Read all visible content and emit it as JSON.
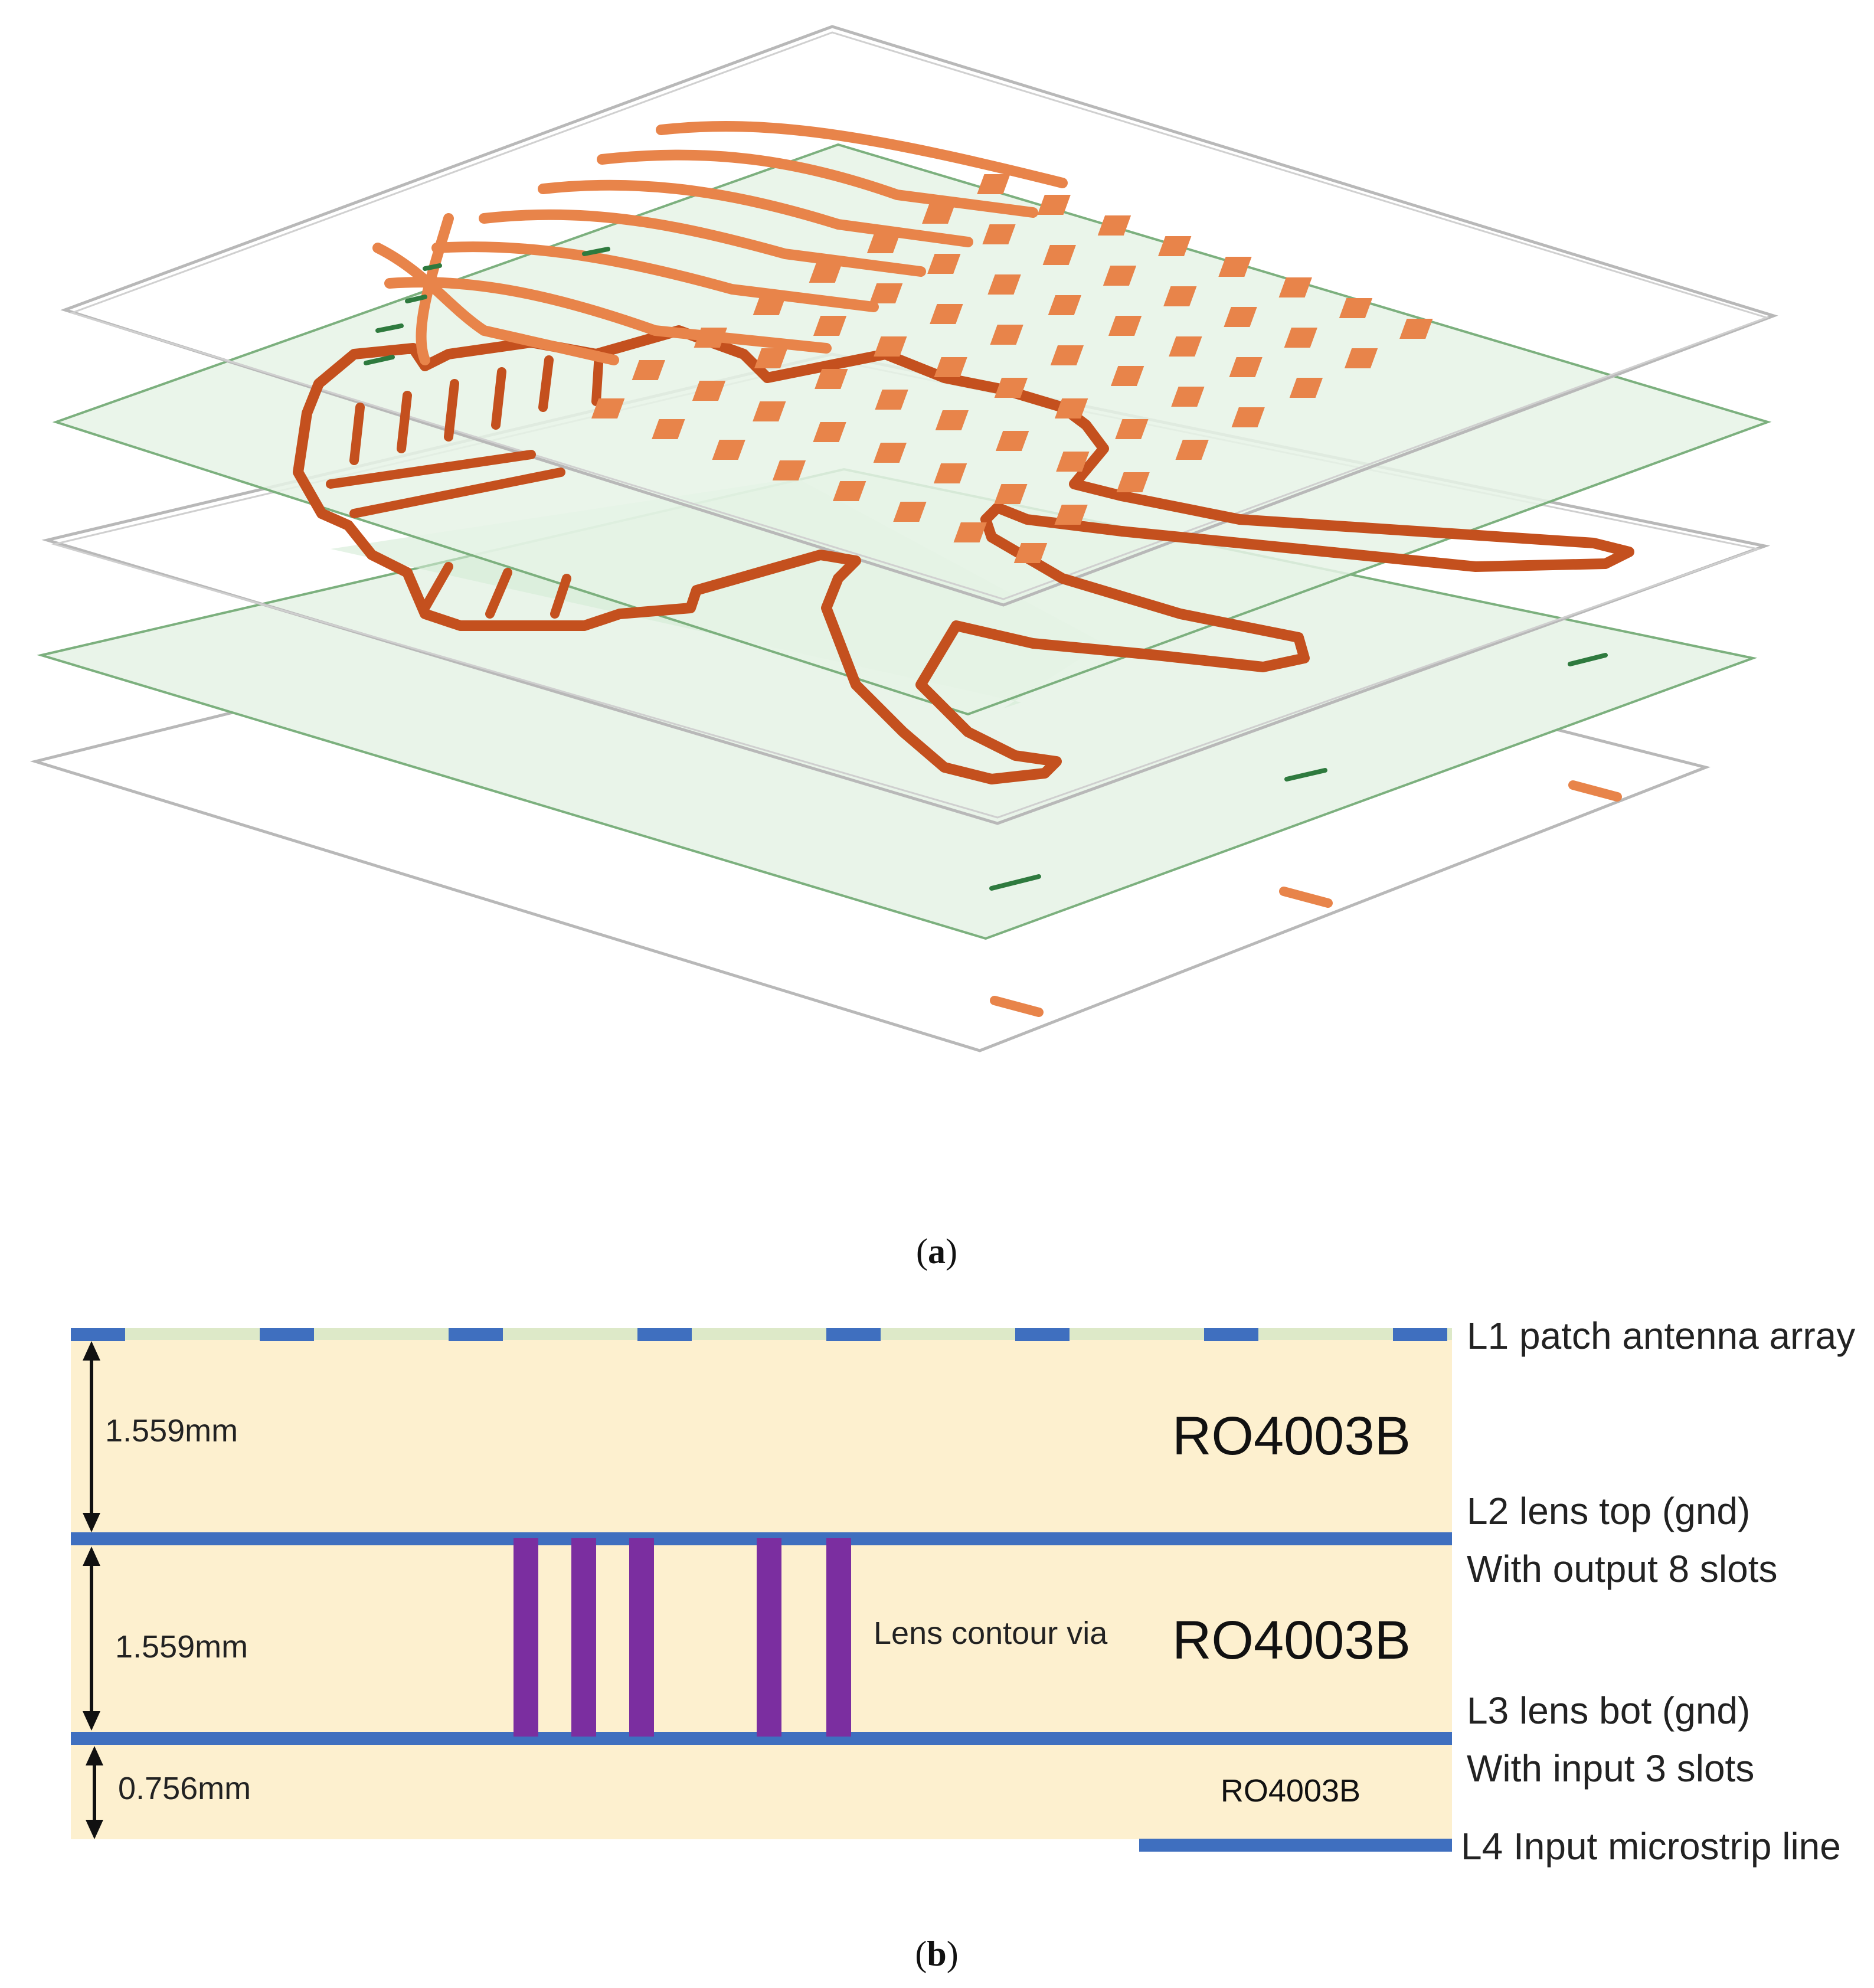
{
  "panel_a": {
    "caption_open": "(",
    "caption_letter": "a",
    "caption_close": ")"
  },
  "panel_b": {
    "caption_open": "(",
    "caption_letter": "b",
    "caption_close": ")",
    "layers": {
      "l1": "L1 patch antenna array",
      "l2_line1": "L2 lens top (gnd)",
      "l2_line2": "With output 8 slots",
      "l3_line1": "L3 lens bot (gnd)",
      "l3_line2": "With input 3 slots",
      "l4": "L4 Input microstrip line"
    },
    "thicknesses": {
      "top": "1.559mm",
      "middle": "1.559mm",
      "bottom": "0.756mm"
    },
    "materials": {
      "top": "RO4003B",
      "middle": "RO4003B",
      "bottom": "RO4003B"
    },
    "via_label": "Lens contour via"
  },
  "colors": {
    "copper": "#e8844a",
    "copper_dark": "#c4501e",
    "substrate_green": "#e6f3e6",
    "substrate_green_inner": "#d2ead3",
    "substrate_edge": "#7cb07e",
    "substrate_yellow": "#fdf0cf",
    "metal_blue": "#3f6fbf",
    "via_purple": "#7b2ea0",
    "patch_strip": "#dde9c8"
  }
}
